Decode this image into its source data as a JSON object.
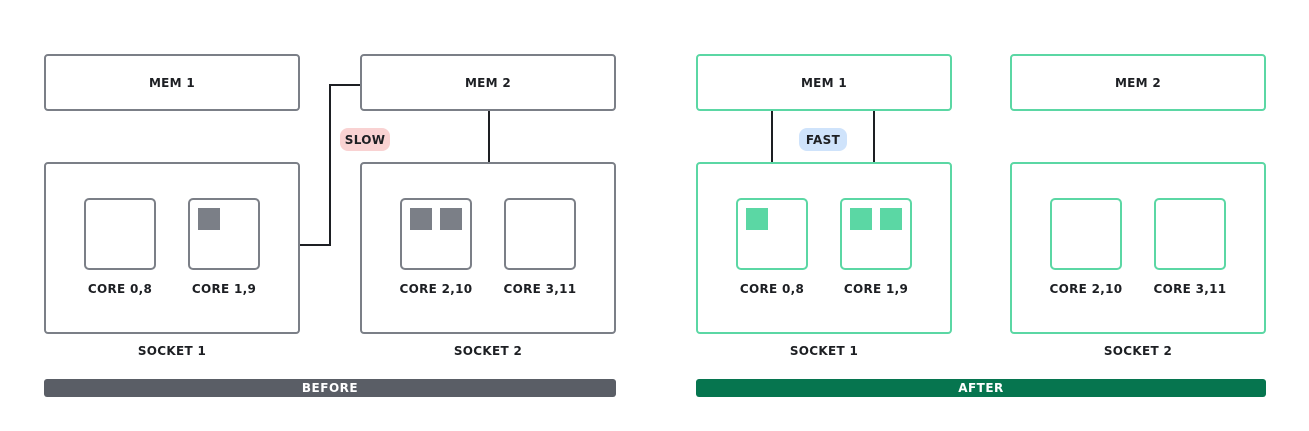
{
  "before": {
    "mem1": "MEM 1",
    "mem2": "MEM 2",
    "badge": "SLOW",
    "socket1": "SOCKET 1",
    "socket2": "SOCKET 2",
    "cores": [
      "CORE 0,8",
      "CORE 1,9",
      "CORE 2,10",
      "CORE 3,11"
    ],
    "banner": "BEFORE",
    "colors": {
      "border": "#7b7f87",
      "thread": "#7b7f87",
      "badge_bg": "#f9d2d2",
      "banner_bg": "#5a5e66"
    }
  },
  "after": {
    "mem1": "MEM 1",
    "mem2": "MEM 2",
    "badge": "FAST",
    "socket1": "SOCKET 1",
    "socket2": "SOCKET 2",
    "cores": [
      "CORE 0,8",
      "CORE 1,9",
      "CORE 2,10",
      "CORE 3,11"
    ],
    "banner": "AFTER",
    "colors": {
      "border": "#5bd7a4",
      "thread": "#5bd7a4",
      "badge_bg": "#cfe3fb",
      "banner_bg": "#06754f"
    }
  }
}
